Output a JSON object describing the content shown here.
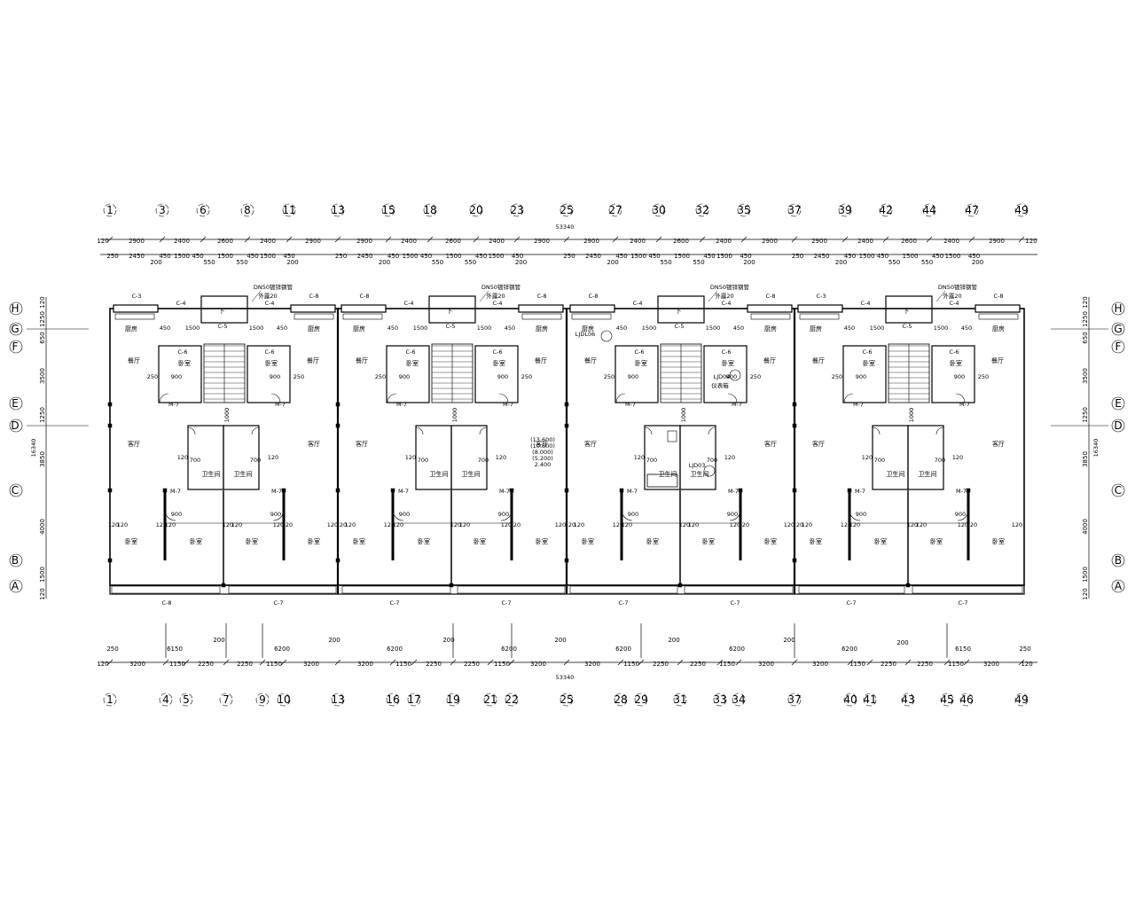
{
  "drawing": {
    "total_length": "53340",
    "total_depth": "16340",
    "top_axes": [
      "1",
      "3",
      "6",
      "8",
      "11",
      "13",
      "15",
      "18",
      "20",
      "23",
      "25",
      "27",
      "30",
      "32",
      "35",
      "37",
      "39",
      "42",
      "44",
      "47",
      "49"
    ],
    "bottom_axes": [
      "1",
      "4",
      "5",
      "7",
      "9",
      "10",
      "13",
      "16",
      "17",
      "19",
      "21",
      "22",
      "25",
      "28",
      "29",
      "31",
      "33",
      "34",
      "37",
      "40",
      "41",
      "43",
      "45",
      "46",
      "49"
    ],
    "row_axes": [
      "H",
      "G",
      "F",
      "E",
      "D",
      "C",
      "B",
      "A"
    ],
    "top_dims_row1": [
      "120",
      "2900",
      "2400",
      "2600",
      "2400",
      "2900",
      "2900",
      "2400",
      "2600",
      "2400",
      "2900",
      "2900",
      "2400",
      "2600",
      "2400",
      "2900",
      "2900",
      "2400",
      "2600",
      "2400",
      "2900",
      "120"
    ],
    "top_dims_row2": [
      "250",
      "2450",
      "450",
      "1500",
      "450",
      "1500",
      "450",
      "1500",
      "450",
      "2450",
      "250"
    ],
    "bottom_dims_row1": [
      "120",
      "3200",
      "1150",
      "2250",
      "2250",
      "1150",
      "3200",
      "3200",
      "1150",
      "2250",
      "2250",
      "1150",
      "3200",
      "3200",
      "1150",
      "2250",
      "2250",
      "1150",
      "3200",
      "3200",
      "1150",
      "2250",
      "2250",
      "1150",
      "3200",
      "120"
    ],
    "bottom_dims_row2": [
      "250",
      "6150",
      "200",
      "6200",
      "200",
      "6200",
      "200",
      "6200",
      "200",
      "6200",
      "200",
      "6200",
      "200",
      "6200",
      "200",
      "6150",
      "250"
    ],
    "left_dims": [
      "120",
      "1250",
      "650",
      "3500",
      "1250",
      "3850",
      "4000",
      "1500",
      "120"
    ],
    "rooms": {
      "kitchen": "厨房",
      "dining": "餐厅",
      "living": "客厅",
      "bedroom": "卧室",
      "bathroom": "卫生间",
      "stair_down": "下"
    },
    "tags": {
      "c3": "C-3",
      "c4": "C-4",
      "c5": "C-5",
      "c6": "C-6",
      "c7": "C-7",
      "c8": "C-8",
      "m7": "M-7",
      "pipe_note_1": "DN50镀锌钢管",
      "pipe_note_2": "外露20",
      "elevations": [
        "(13.600)",
        "(10.800)",
        "(8.000)",
        "(5.200)",
        "2.400"
      ],
      "ljl06": "LJDL06",
      "ljl04": "LJD04",
      "ljl03": "LJD03",
      "meter_box": "仪表箱",
      "dim_900": "900",
      "dim_700": "700",
      "dim_250": "250",
      "dim_1000": "1000",
      "dim_120": "120",
      "dim_450": "450",
      "dim_1500": "1500"
    }
  }
}
